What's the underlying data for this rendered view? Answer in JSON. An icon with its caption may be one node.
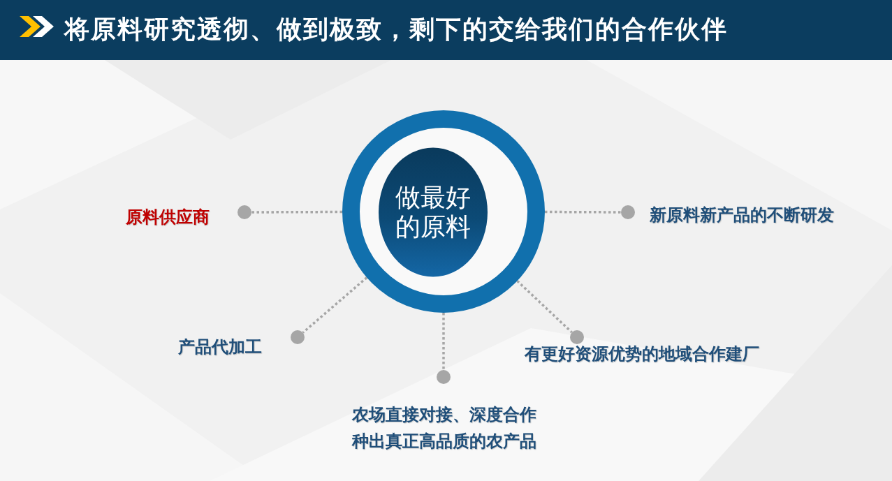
{
  "diagram": {
    "title": "将原料研究透彻、做到极致，剩下的交给我们的合作伙伴",
    "nodes": [
      {
        "text": [
          "做最好的原料"
        ]
      },
      {
        "text": [],
        "shape": "circle",
        "beside": [
          "原料供应商"
        ]
      },
      {
        "text": [],
        "shape": "circle",
        "beside": [
          "新原料新产品的不断研发"
        ]
      },
      {
        "text": [],
        "shape": "circle",
        "beside": [
          "产品代加工"
        ]
      },
      {
        "text": [],
        "shape": "circle",
        "beside": [
          "有更好资源优势的地域合作建厂"
        ]
      },
      {
        "text": [],
        "shape": "circle",
        "beside": [
          "农场直接对接、深度合作种出真正高品质的农产品"
        ]
      }
    ],
    "edges": [
      {
        "from": 0,
        "to": 1,
        "arrow": "none",
        "style": "dashed"
      },
      {
        "from": 0,
        "to": 2,
        "arrow": "none",
        "style": "dashed"
      },
      {
        "from": 0,
        "to": 3,
        "arrow": "none",
        "style": "dashed"
      },
      {
        "from": 0,
        "to": 4,
        "arrow": "none",
        "style": "dashed"
      },
      {
        "from": 0,
        "to": 5,
        "arrow": "none",
        "style": "dashed"
      }
    ]
  }
}
